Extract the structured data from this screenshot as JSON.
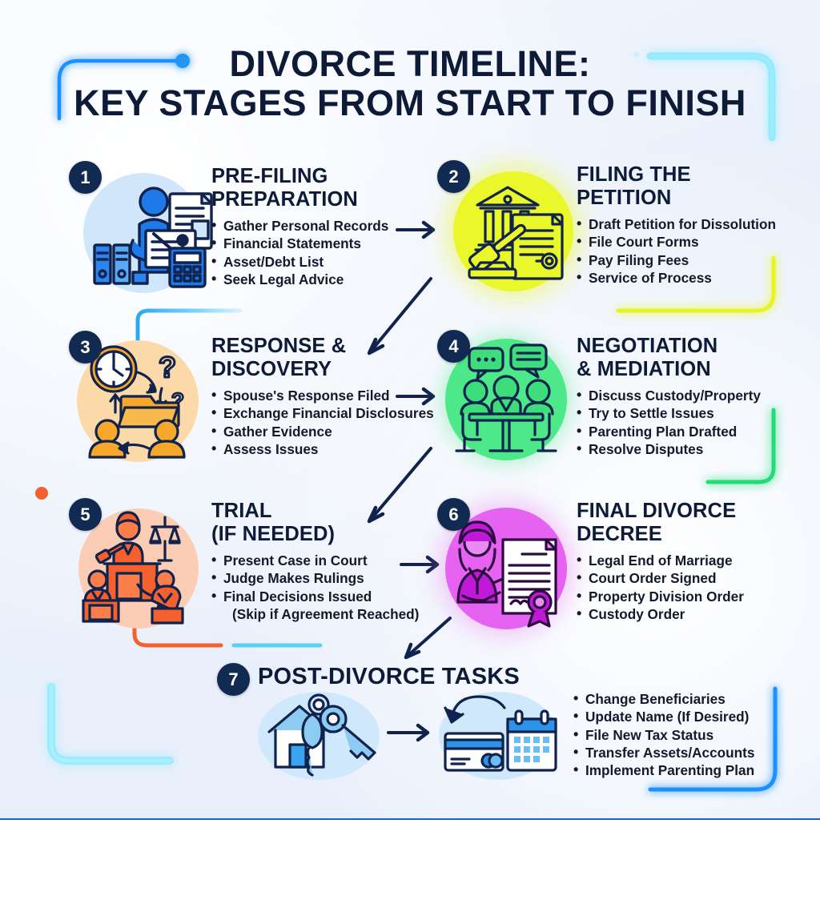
{
  "title": {
    "line1": "DIVORCE TIMELINE:",
    "line2": "KEY STAGES FROM START TO FINISH"
  },
  "colors": {
    "background": "#e9f0fb",
    "title_text": "#0d1b38",
    "badge_bg": "#112a52",
    "badge_text": "#ffffff",
    "bottom_rule": "#1463de",
    "step1_blob": "#cfe6fb",
    "step2_blob": "#eaf72a",
    "step3_blob": "#fbd9a8",
    "step4_blob": "#4ce88a",
    "step5_blob": "#fbcdb4",
    "step6_blob": "#e563f0",
    "step7_blob": "#cfe8fb",
    "deco_blue": "#1e90ff",
    "deco_cyan": "#46e0ff",
    "deco_yellow": "#e6f520",
    "deco_green": "#22dd77",
    "deco_orange": "#f4602e",
    "arrow": "#11234d"
  },
  "steps": [
    {
      "number": "1",
      "title_lines": [
        "PRE-FILING",
        "PREPARATION"
      ],
      "bullets": [
        "Gather Personal Records",
        "Financial Statements",
        "Asset/Debt List",
        "Seek Legal Advice"
      ],
      "icon": "documents-preparation-icon",
      "blob_color": "#cfe6fb"
    },
    {
      "number": "2",
      "title_lines": [
        "FILING THE",
        "PETITION"
      ],
      "bullets": [
        "Draft Petition for Dissolution",
        "File Court Forms",
        "Pay Filing Fees",
        "Service of Process"
      ],
      "icon": "courthouse-gavel-icon",
      "blob_color": "#eaf72a"
    },
    {
      "number": "3",
      "title_lines": [
        "RESPONSE &",
        "DISCOVERY"
      ],
      "bullets": [
        "Spouse's Response Filed",
        "Exchange Financial Disclosures",
        "Gather Evidence",
        "Assess Issues"
      ],
      "icon": "clock-folder-exchange-icon",
      "blob_color": "#fbd9a8"
    },
    {
      "number": "4",
      "title_lines": [
        "NEGOTIATION",
        "& MEDIATION"
      ],
      "bullets": [
        "Discuss Custody/Property",
        "Try to Settle Issues",
        "Parenting Plan Drafted",
        "Resolve Disputes"
      ],
      "icon": "mediation-table-icon",
      "blob_color": "#4ce88a"
    },
    {
      "number": "5",
      "title_lines": [
        "TRIAL",
        "(IF NEEDED)"
      ],
      "bullets": [
        "Present Case in Court",
        "Judge Makes Rulings",
        "Final Decisions Issued"
      ],
      "note": "(Skip if Agreement Reached)",
      "icon": "courtroom-judge-icon",
      "blob_color": "#fbcdb4"
    },
    {
      "number": "6",
      "title_lines": [
        "FINAL DIVORCE",
        "DECREE"
      ],
      "bullets": [
        "Legal End of Marriage",
        "Court Order Signed",
        "Property Division Order",
        "Custody Order"
      ],
      "icon": "signed-decree-icon",
      "blob_color": "#e563f0"
    },
    {
      "number": "7",
      "title": "POST-DIVORCE TASKS",
      "bullets": [
        "Change Beneficiaries",
        "Update Name (If Desired)",
        "File New Tax Status",
        "Transfer Assets/Accounts",
        "Implement Parenting Plan"
      ],
      "icons": [
        "house-keys-icon",
        "card-calendar-icon"
      ],
      "blob_color": "#cfe8fb"
    }
  ]
}
